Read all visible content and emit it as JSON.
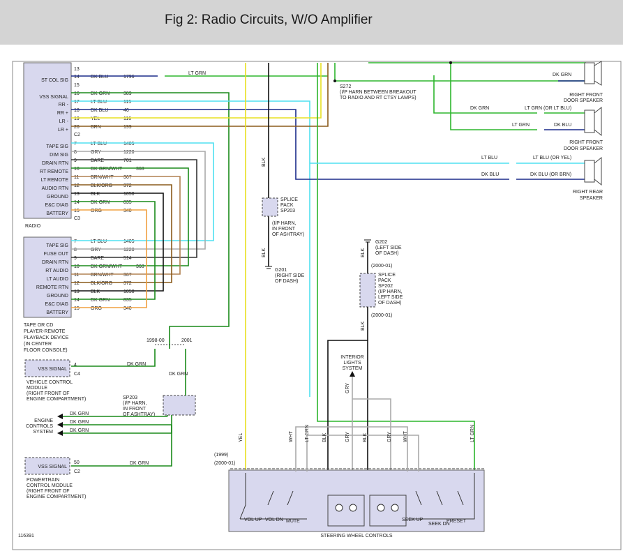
{
  "title": "Fig 2: Radio Circuits, W/O Amplifier",
  "radio": {
    "name": "RADIO",
    "pins": [
      {
        "label": "ST COL SIG",
        "pin": "14",
        "color": "DK BLU",
        "circuit": "1796"
      },
      {
        "label": "",
        "pin": "13",
        "color": "",
        "circuit": ""
      },
      {
        "label": "",
        "pin": "15",
        "color": "",
        "circuit": ""
      },
      {
        "label": "VSS SIGNAL",
        "pin": "16",
        "color": "DK GRN",
        "circuit": "389"
      },
      {
        "label": "RR -",
        "pin": "17",
        "color": "LT BLU",
        "circuit": "115"
      },
      {
        "label": "RR +",
        "pin": "18",
        "color": "DK BLU",
        "circuit": "46"
      },
      {
        "label": "LR -",
        "pin": "19",
        "color": "YEL",
        "circuit": "116"
      },
      {
        "label": "LR +",
        "pin": "20",
        "color": "BRN",
        "circuit": "199"
      }
    ],
    "connector_c2": "C2",
    "c3_pins": [
      {
        "label": "TAPE SIG",
        "pin": "7",
        "color": "LT BLU",
        "circuit": "1405"
      },
      {
        "label": "DIM SIG",
        "pin": "8",
        "color": "GRY",
        "circuit": "1220"
      },
      {
        "label": "DRAIN RTN",
        "pin": "9",
        "color": "BARE",
        "circuit": "701"
      },
      {
        "label": "RT REMOTE",
        "pin": "10",
        "color": "DK GRN/WHT",
        "circuit": "368"
      },
      {
        "label": "LT REMOTE",
        "pin": "11",
        "color": "BRN/WHT",
        "circuit": "367"
      },
      {
        "label": "AUDIO RTN",
        "pin": "12",
        "color": "BLK/ORG",
        "circuit": "372"
      },
      {
        "label": "GROUND",
        "pin": "13",
        "color": "BLK",
        "circuit": "1050"
      },
      {
        "label": "E&C DIAG",
        "pin": "14",
        "color": "DK GRN",
        "circuit": "835"
      },
      {
        "label": "BATTERY",
        "pin": "15",
        "color": "ORG",
        "circuit": "340"
      }
    ],
    "connector_c3": "C3"
  },
  "tape": {
    "pins": [
      {
        "label": "TAPE SIG",
        "pin": "7",
        "color": "LT BLU",
        "circuit": "1405"
      },
      {
        "label": "FUSE OUT",
        "pin": "8",
        "color": "GRY",
        "circuit": "1220"
      },
      {
        "label": "DRAIN RTN",
        "pin": "9",
        "color": "BARE",
        "circuit": "514"
      },
      {
        "label": "RT AUDIO",
        "pin": "10",
        "color": "DK GRN/WHT",
        "circuit": "368"
      },
      {
        "label": "LT AUDIO",
        "pin": "11",
        "color": "BRN/WHT",
        "circuit": "367"
      },
      {
        "label": "REMOTE RTN",
        "pin": "12",
        "color": "BLK/ORG",
        "circuit": "372"
      },
      {
        "label": "GROUND",
        "pin": "13",
        "color": "BLK",
        "circuit": "1050"
      },
      {
        "label": "E&C DIAG",
        "pin": "14",
        "color": "DK GRN",
        "circuit": "835"
      },
      {
        "label": "BATTERY",
        "pin": "15",
        "color": "ORG",
        "circuit": "340"
      }
    ],
    "caption": [
      "TAPE OR CD",
      "PLAYER-REMOTE",
      "PLAYBACK DEVICE",
      "(IN CENTER",
      "FLOOR CONSOLE)"
    ]
  },
  "vcm": {
    "label": "VSS SIGNAL",
    "pin": "4",
    "conn": "C4",
    "caption": [
      "VEHICLE CONTROL",
      "MODULE",
      "(RIGHT FRONT OF",
      "ENGINE COMPARTMENT)"
    ]
  },
  "pcm": {
    "label": "VSS SIGNAL",
    "pin": "50",
    "conn": "C2",
    "caption": [
      "POWERTRAIN",
      "CONTROL MODULE",
      "(RIGHT FRONT OF",
      "ENGINE COMPARTMENT)"
    ]
  },
  "ecs": {
    "caption": [
      "ENGINE",
      "CONTROLS",
      "SYSTEM"
    ]
  },
  "sp203b": {
    "caption": [
      "SP203",
      "(I/P HARN,",
      "IN FRONT",
      "OF ASHTRAY)"
    ],
    "years_a": "1998-00",
    "years_b": "2001"
  },
  "sp203": {
    "caption": [
      "SPLICE",
      "PACK",
      "SP203",
      "(I/P HARN,",
      "IN FRONT",
      "OF ASHTRAY)"
    ]
  },
  "sp202": {
    "caption": [
      "SPLICE",
      "PACK",
      "SP202",
      "(I/P HARN,",
      "LEFT SIDE",
      "OF DASH)"
    ],
    "year": "(2000-01)"
  },
  "g201": {
    "label": "G201",
    "caption": [
      "(RIGHT SIDE",
      "OF DASH)"
    ]
  },
  "g202": {
    "label": "G202",
    "caption": [
      "(LEFT SIDE",
      "OF DASH)"
    ]
  },
  "s272": {
    "caption": [
      "S272",
      "(I/P HARN BETWEEN BREAKOUT",
      "TO RADIO AND RT CTSY LAMPS)"
    ]
  },
  "interior": {
    "caption": [
      "INTERIOR",
      "LIGHTS",
      "SYSTEM"
    ]
  },
  "speakers": [
    {
      "caption": [
        "RIGHT FRONT",
        "DOOR SPEAKER"
      ]
    },
    {
      "caption": [
        "RIGHT FRONT",
        "DOOR SPEAKER"
      ]
    },
    {
      "caption": [
        "RIGHT REAR",
        "SPEAKER"
      ]
    }
  ],
  "wire_labels": {
    "ltgrn": "LT GRN",
    "dkgrn": "DK GRN",
    "ltgrn_or": "LT GRN (OR LT BLU)",
    "dkblu": "DK BLU",
    "ltblu": "LT BLU",
    "ltblu_or": "LT BLU (OR YEL)",
    "dkblu_or": "DK BLU (OR BRN)",
    "blk": "BLK",
    "gry": "GRY",
    "yel": "YEL",
    "wht": "WHT"
  },
  "swc": {
    "title": "STEERING WHEEL CONTROLS",
    "year1": "(1999)",
    "year2": "(2000-01)",
    "buttons": [
      "VOL UP",
      "VOL DN",
      "MUTE",
      "SEEK UP",
      "SEEK DN",
      "PRESET"
    ]
  },
  "figure_id": "116391"
}
